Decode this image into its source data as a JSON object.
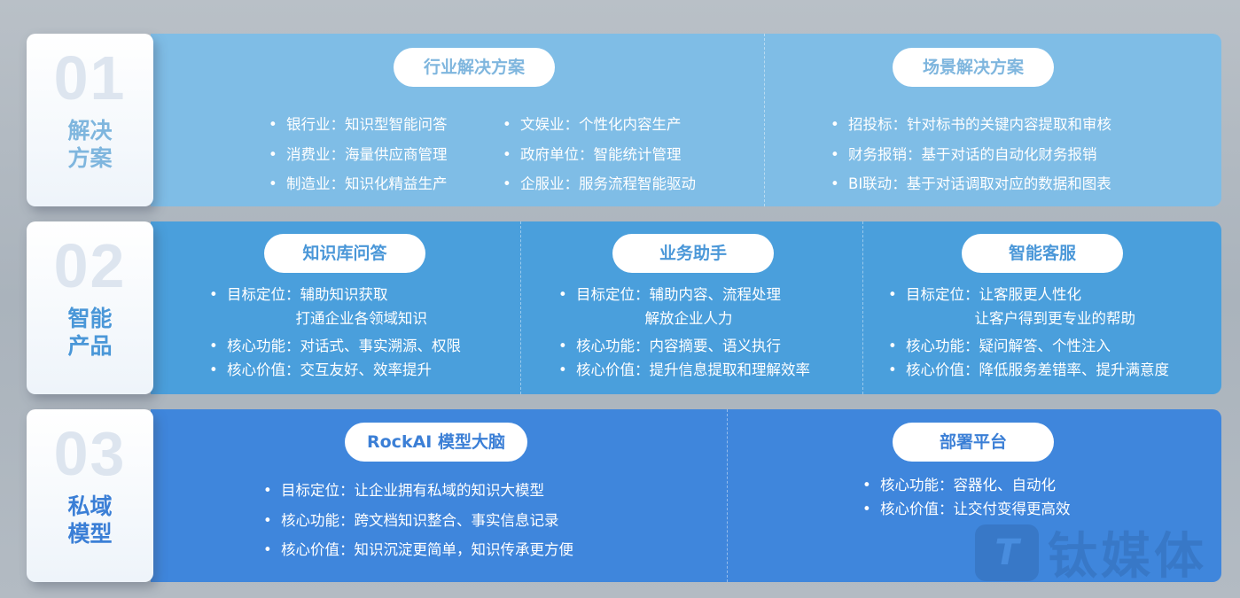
{
  "rows": [
    {
      "num": "01",
      "label1": "解决",
      "label2": "方案",
      "color": "#7fbde6",
      "text_color": "#7fb6de",
      "sections": [
        {
          "title": "行业解决方案",
          "items": [
            {
              "k": "银行业",
              "v": "知识型智能问答"
            },
            {
              "k": "消费业",
              "v": "海量供应商管理"
            },
            {
              "k": "制造业",
              "v": "知识化精益生产"
            },
            {
              "k": "文娱业",
              "v": "个性化内容生产"
            },
            {
              "k": "政府单位",
              "v": "智能统计管理"
            },
            {
              "k": "企服业",
              "v": "服务流程智能驱动"
            }
          ]
        },
        {
          "title": "场景解决方案",
          "items": [
            {
              "k": "招投标",
              "v": "针对标书的关键内容提取和审核"
            },
            {
              "k": "财务报销",
              "v": "基于对话的自动化财务报销"
            },
            {
              "k": "BI联动",
              "v": "基于对话调取对应的数据和图表"
            }
          ]
        }
      ]
    },
    {
      "num": "02",
      "label1": "智能",
      "label2": "产品",
      "color": "#4a9fdc",
      "text_color": "#4a97d8",
      "sections": [
        {
          "title": "知识库问答",
          "items": [
            {
              "k": "目标定位",
              "v": "辅助知识获取",
              "v2": "打通企业各领域知识"
            },
            {
              "k": "核心功能",
              "v": "对话式、事实溯源、权限"
            },
            {
              "k": "核心价值",
              "v": "交互友好、效率提升"
            }
          ]
        },
        {
          "title": "业务助手",
          "items": [
            {
              "k": "目标定位",
              "v": "辅助内容、流程处理",
              "v2": "解放企业人力"
            },
            {
              "k": "核心功能",
              "v": "内容摘要、语义执行"
            },
            {
              "k": "核心价值",
              "v": "提升信息提取和理解效率"
            }
          ]
        },
        {
          "title": "智能客服",
          "items": [
            {
              "k": "目标定位",
              "v": "让客服更人性化",
              "v2": "让客户得到更专业的帮助"
            },
            {
              "k": "核心功能",
              "v": "疑问解答、个性注入"
            },
            {
              "k": "核心价值",
              "v": "降低服务差错率、提升满意度"
            }
          ]
        }
      ]
    },
    {
      "num": "03",
      "label1": "私域",
      "label2": "模型",
      "color": "#3f86dc",
      "text_color": "#3b7fd6",
      "sections": [
        {
          "title": "RockAI 模型大脑",
          "items": [
            {
              "k": "目标定位",
              "v": "让企业拥有私域的知识大模型"
            },
            {
              "k": "核心功能",
              "v": "跨文档知识整合、事实信息记录"
            },
            {
              "k": "核心价值",
              "v": "知识沉淀更简单，知识传承更方便"
            }
          ]
        },
        {
          "title": "部署平台",
          "items": [
            {
              "k": "核心功能",
              "v": "容器化、自动化"
            },
            {
              "k": "核心价值",
              "v": "让交付变得更高效"
            }
          ]
        }
      ]
    }
  ],
  "watermark": "钛媒体",
  "watermark_logo": "T"
}
